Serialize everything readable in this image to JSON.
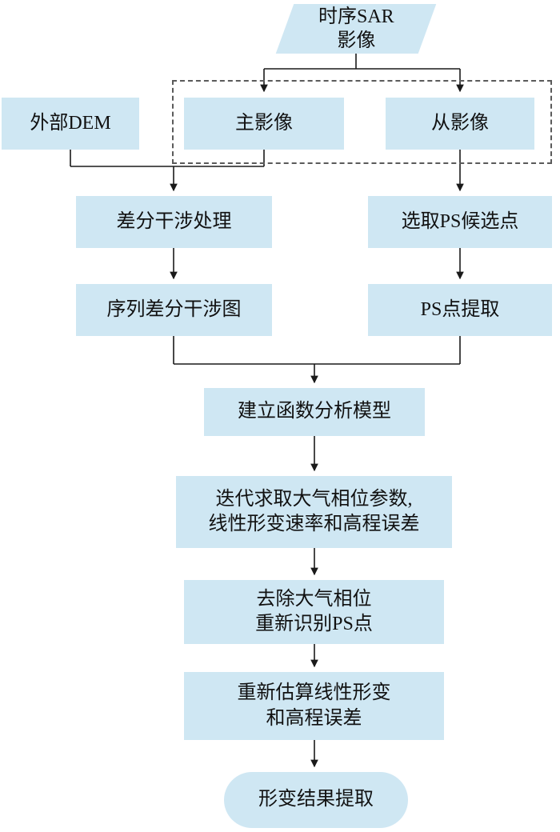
{
  "diagram": {
    "title": "PS-InSAR processing flowchart",
    "colors": {
      "node_fill": "#cfe7f3",
      "line": "#1a1a1a",
      "dashed_border": "#5a5a5a"
    },
    "nodes": {
      "sar_images": {
        "lines": [
          "时序SAR",
          "影像"
        ]
      },
      "external_dem": {
        "label": "外部DEM"
      },
      "master_image": {
        "label": "主影像"
      },
      "slave_image": {
        "label": "从影像"
      },
      "diff_processing": {
        "label": "差分干涉处理"
      },
      "select_ps_candidates": {
        "label": "选取PS候选点"
      },
      "interferogram_series": {
        "label": "序列差分干涉图"
      },
      "ps_extraction": {
        "label": "PS点提取"
      },
      "build_model": {
        "label": "建立函数分析模型"
      },
      "iterate_params": {
        "lines": [
          "迭代求取大气相位参数,",
          "线性形变速率和高程误差"
        ]
      },
      "remove_atmosphere": {
        "lines": [
          "去除大气相位",
          "重新识别PS点"
        ]
      },
      "reestimate": {
        "lines": [
          "重新估算线性形变",
          "和高程误差"
        ]
      },
      "result": {
        "label": "形变结果提取"
      }
    }
  }
}
